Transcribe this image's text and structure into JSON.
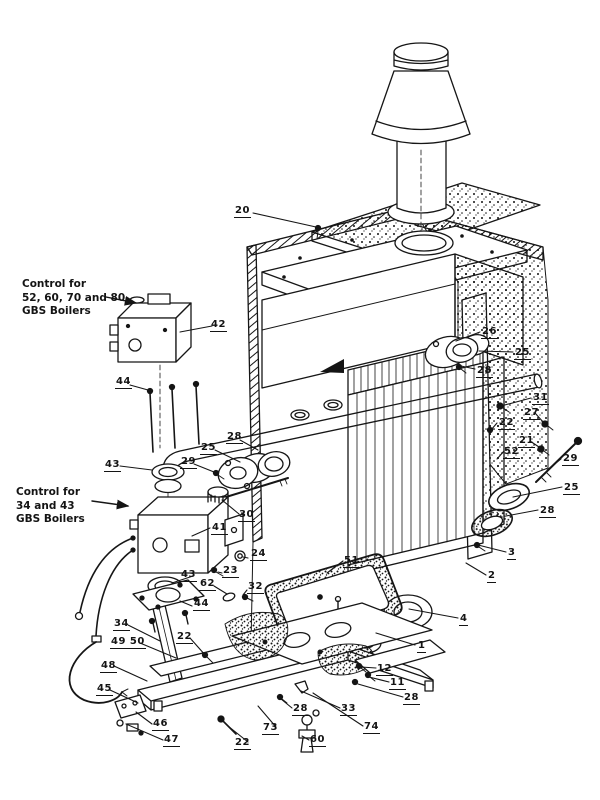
{
  "diagram": {
    "colors": {
      "ink": "#141414",
      "paper": "#ffffff"
    },
    "notes": [
      {
        "text": "Control for\n52, 60, 70 and 80\nGBS Boilers"
      },
      {
        "text": "Control for\n34 and 43\nGBS Boilers"
      }
    ],
    "part_labels": [
      "20",
      "42",
      "44",
      "43",
      "29",
      "25",
      "28",
      "30",
      "41",
      "43",
      "24",
      "23",
      "62",
      "32",
      "44",
      "34",
      "49 50",
      "48",
      "45",
      "46",
      "47",
      "22",
      "22",
      "73",
      "60",
      "28",
      "33",
      "74",
      "28",
      "11",
      "12",
      "1",
      "4",
      "2",
      "3",
      "28",
      "25",
      "29",
      "31",
      "27",
      "21",
      "52",
      "22",
      "26",
      "25",
      "28",
      "51"
    ]
  }
}
